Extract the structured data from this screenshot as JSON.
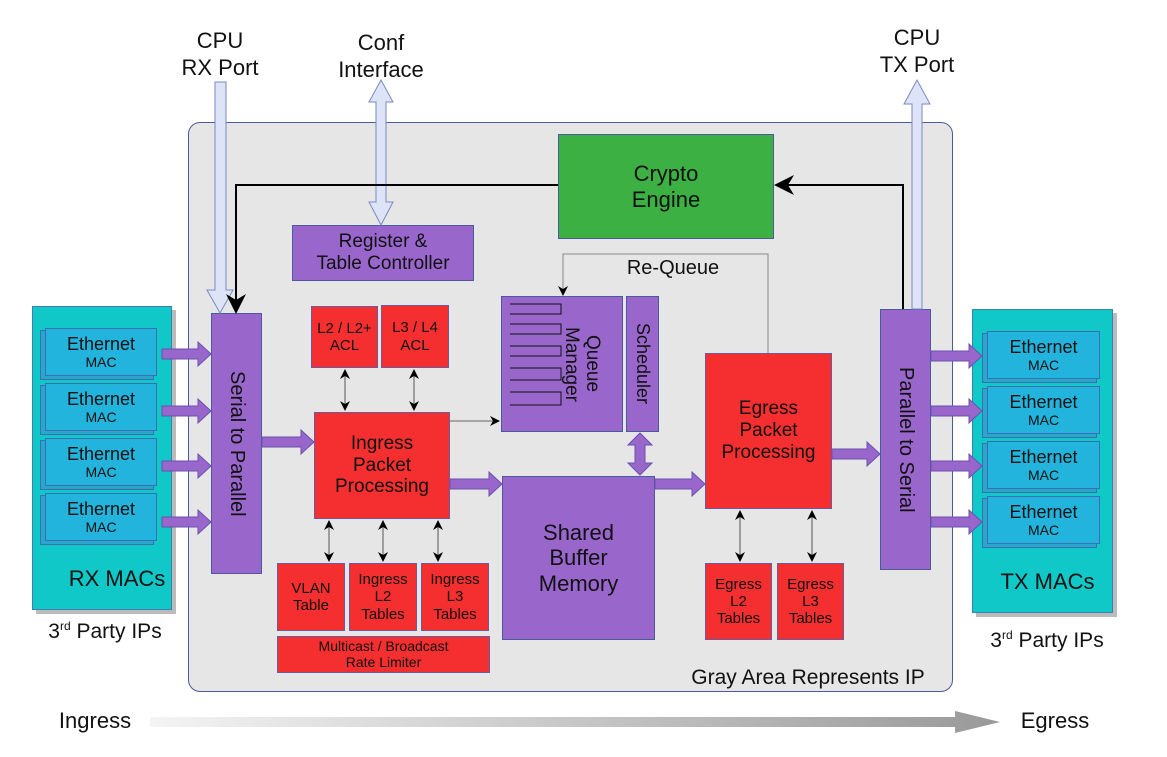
{
  "top_labels": {
    "cpu_rx": [
      "CPU",
      "RX Port"
    ],
    "conf": [
      "Conf",
      "Interface"
    ],
    "cpu_tx": [
      "CPU",
      "TX Port"
    ]
  },
  "rx_macs": {
    "title": "RX MACs",
    "macs": [
      {
        "l1": "Ethernet",
        "l2": "MAC"
      },
      {
        "l1": "Ethernet",
        "l2": "MAC"
      },
      {
        "l1": "Ethernet",
        "l2": "MAC"
      },
      {
        "l1": "Ethernet",
        "l2": "MAC"
      }
    ],
    "footer": "Party IPs",
    "footer_num": "3",
    "footer_sup": "rd"
  },
  "tx_macs": {
    "title": "TX MACs",
    "macs": [
      {
        "l1": "Ethernet",
        "l2": "MAC"
      },
      {
        "l1": "Ethernet",
        "l2": "MAC"
      },
      {
        "l1": "Ethernet",
        "l2": "MAC"
      },
      {
        "l1": "Ethernet",
        "l2": "MAC"
      }
    ],
    "footer": "Party IPs",
    "footer_num": "3",
    "footer_sup": "rd"
  },
  "blocks": {
    "serial_to_parallel": "Serial to Parallel",
    "parallel_to_serial": "Parallel to Serial",
    "register_controller": [
      "Register &",
      "Table Controller"
    ],
    "crypto": [
      "Crypto",
      "Engine"
    ],
    "acl_l2": [
      "L2 / L2+",
      "ACL"
    ],
    "acl_l3": [
      "L3 / L4",
      "ACL"
    ],
    "ingress_pp": [
      "Ingress",
      "Packet",
      "Processing"
    ],
    "vlan": [
      "VLAN",
      "Table"
    ],
    "ing_l2": [
      "Ingress",
      "L2",
      "Tables"
    ],
    "ing_l3": [
      "Ingress",
      "L3",
      "Tables"
    ],
    "multicast": [
      "Multicast / Broadcast",
      "Rate Limiter"
    ],
    "queue_manager": [
      "Queue",
      "Manager"
    ],
    "scheduler": "Scheduler",
    "shared_buffer": [
      "Shared",
      "Buffer",
      "Memory"
    ],
    "egress_pp": [
      "Egress",
      "Packet",
      "Processing"
    ],
    "eg_l2": [
      "Egress",
      "L2",
      "Tables"
    ],
    "eg_l3": [
      "Egress",
      "L3",
      "Tables"
    ]
  },
  "requeue": "Re-Queue",
  "gray_note": "Gray Area Represents IP",
  "flow": {
    "start": "Ingress",
    "end": "Egress"
  },
  "colors": {
    "gray_area": "#e6e6e6",
    "teal": "#10c8c8",
    "mac": "#22b4dc",
    "purple": "#9966cc",
    "red": "#f52f2f",
    "green": "#3cb043"
  }
}
